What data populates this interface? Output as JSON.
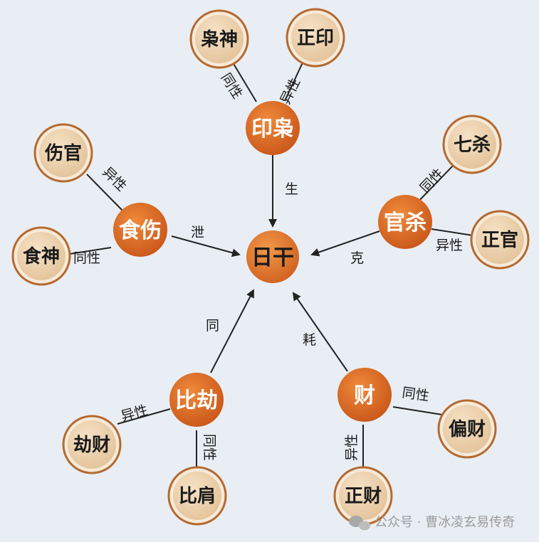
{
  "center": {
    "label": "日干"
  },
  "groups": {
    "yinxiao": {
      "label": "印枭",
      "relation": "生",
      "subs": [
        {
          "label": "枭神",
          "relation": "同性"
        },
        {
          "label": "正印",
          "relation": "异性"
        }
      ]
    },
    "guansha": {
      "label": "官杀",
      "relation": "克",
      "subs": [
        {
          "label": "七杀",
          "relation": "同性"
        },
        {
          "label": "正官",
          "relation": "异性"
        }
      ]
    },
    "shishang": {
      "label": "食伤",
      "relation": "泄",
      "subs": [
        {
          "label": "伤官",
          "relation": "异性"
        },
        {
          "label": "食神",
          "relation": "同性"
        }
      ]
    },
    "bijie": {
      "label": "比劫",
      "relation": "同",
      "subs": [
        {
          "label": "劫财",
          "relation": "异性"
        },
        {
          "label": "比肩",
          "relation": "同性"
        }
      ]
    },
    "cai": {
      "label": "财",
      "relation": "耗",
      "subs": [
        {
          "label": "偏财",
          "relation": "同性"
        },
        {
          "label": "正财",
          "relation": "异性"
        }
      ]
    }
  },
  "watermark": {
    "text": "公众号 · 曹冰凌玄易传奇"
  }
}
